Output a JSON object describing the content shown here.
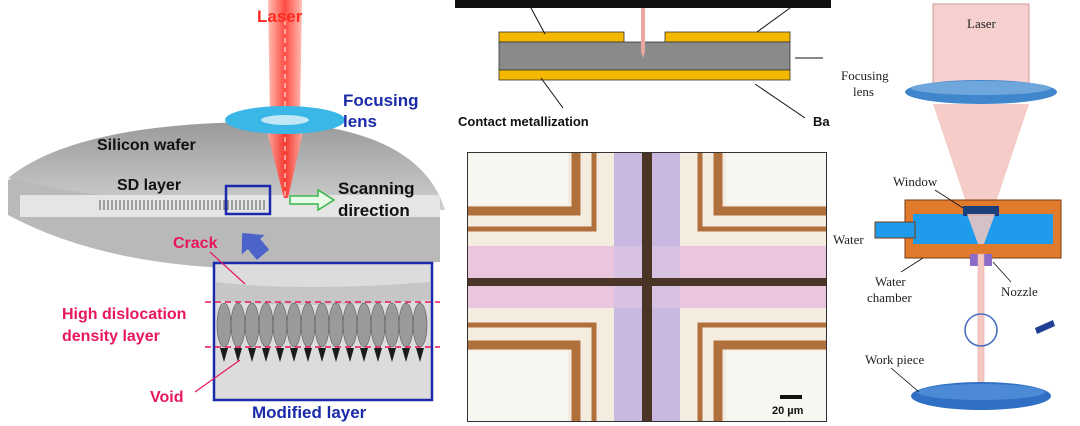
{
  "left_diagram": {
    "laser": "Laser",
    "focusing_lens": "Focusing lens",
    "silicon_wafer": "Silicon wafer",
    "sd_layer": "SD layer",
    "scanning_direction": "Scanning direction",
    "crack": "Crack",
    "high_dislocation_density_layer": "High dislocation density layer",
    "void": "Void",
    "modified_layer": "Modified layer",
    "colors": {
      "laser": "#ff3b30",
      "lens": "#3ab7e6",
      "label_blue": "#1a2aa8",
      "label_pink": "#e8175d"
    }
  },
  "middle_top": {
    "contact_metallization": "Contact metallization",
    "truncated_label": "Ba"
  },
  "micrograph": {
    "scale_bar": "20 µm",
    "colors": {
      "copper": "#b0703c",
      "street": "#c9b9e0",
      "pink_band": "#e9c6de"
    }
  },
  "right_diagram": {
    "laser": "Laser",
    "focusing_lens": "Focusing lens",
    "window": "Window",
    "water": "Water",
    "water_chamber": "Water chamber",
    "nozzle": "Nozzle",
    "work_piece": "Work piece",
    "colors": {
      "chamber": "#e07a2c",
      "water": "#1e9bea",
      "beam": "#f4c7c1",
      "lens": "#3f86cc"
    }
  }
}
